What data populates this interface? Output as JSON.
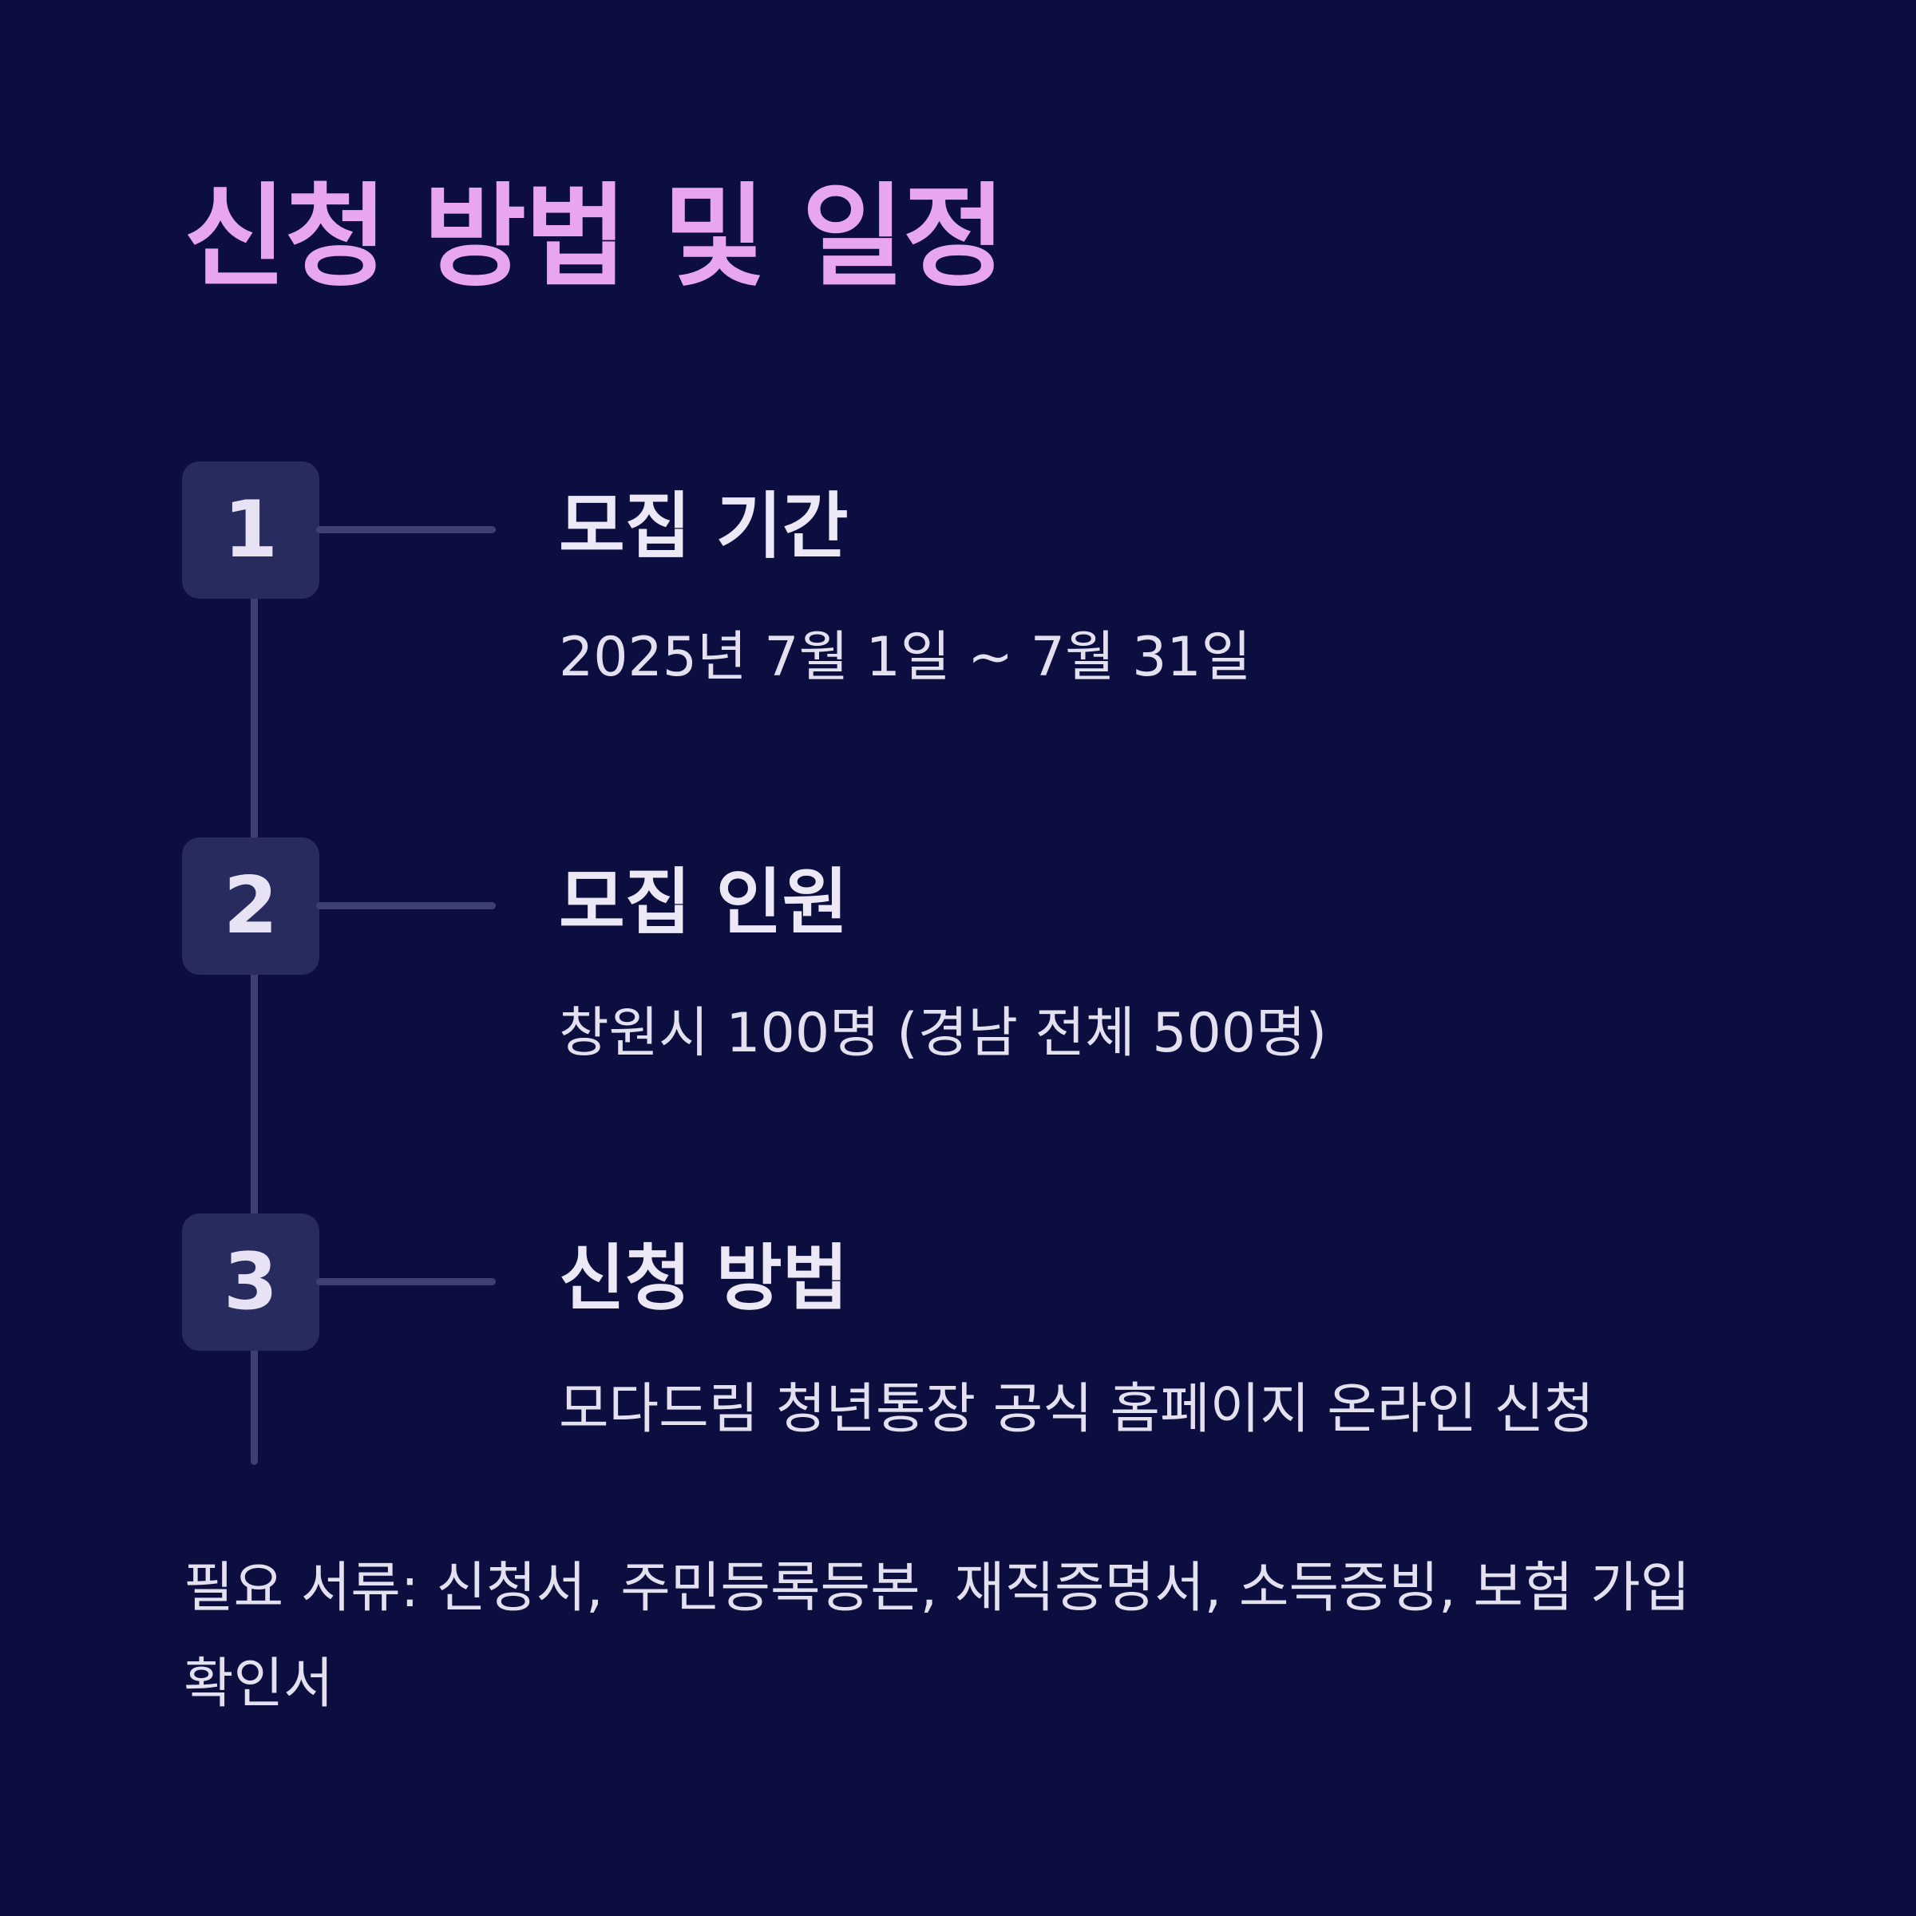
{
  "page": {
    "title": "신청 방법 및 일정"
  },
  "steps": [
    {
      "number": "1",
      "heading": "모집 기간",
      "description": "2025년 7월 1일 ~ 7월 31일"
    },
    {
      "number": "2",
      "heading": "모집 인원",
      "description": "창원시 100명 (경남 전체 500명)"
    },
    {
      "number": "3",
      "heading": "신청 방법",
      "description": "모다드림 청년통장 공식 홈페이지 온라인 신청"
    }
  ],
  "footnote": "필요 서류: 신청서, 주민등록등본, 재직증명서, 소득증빙, 보험 가입 확인서",
  "colors": {
    "background": "#0b0e3e",
    "title": "#e9a6f0",
    "badge": "#272b5d",
    "line": "#3c4073",
    "text": "#e3e0f0"
  }
}
